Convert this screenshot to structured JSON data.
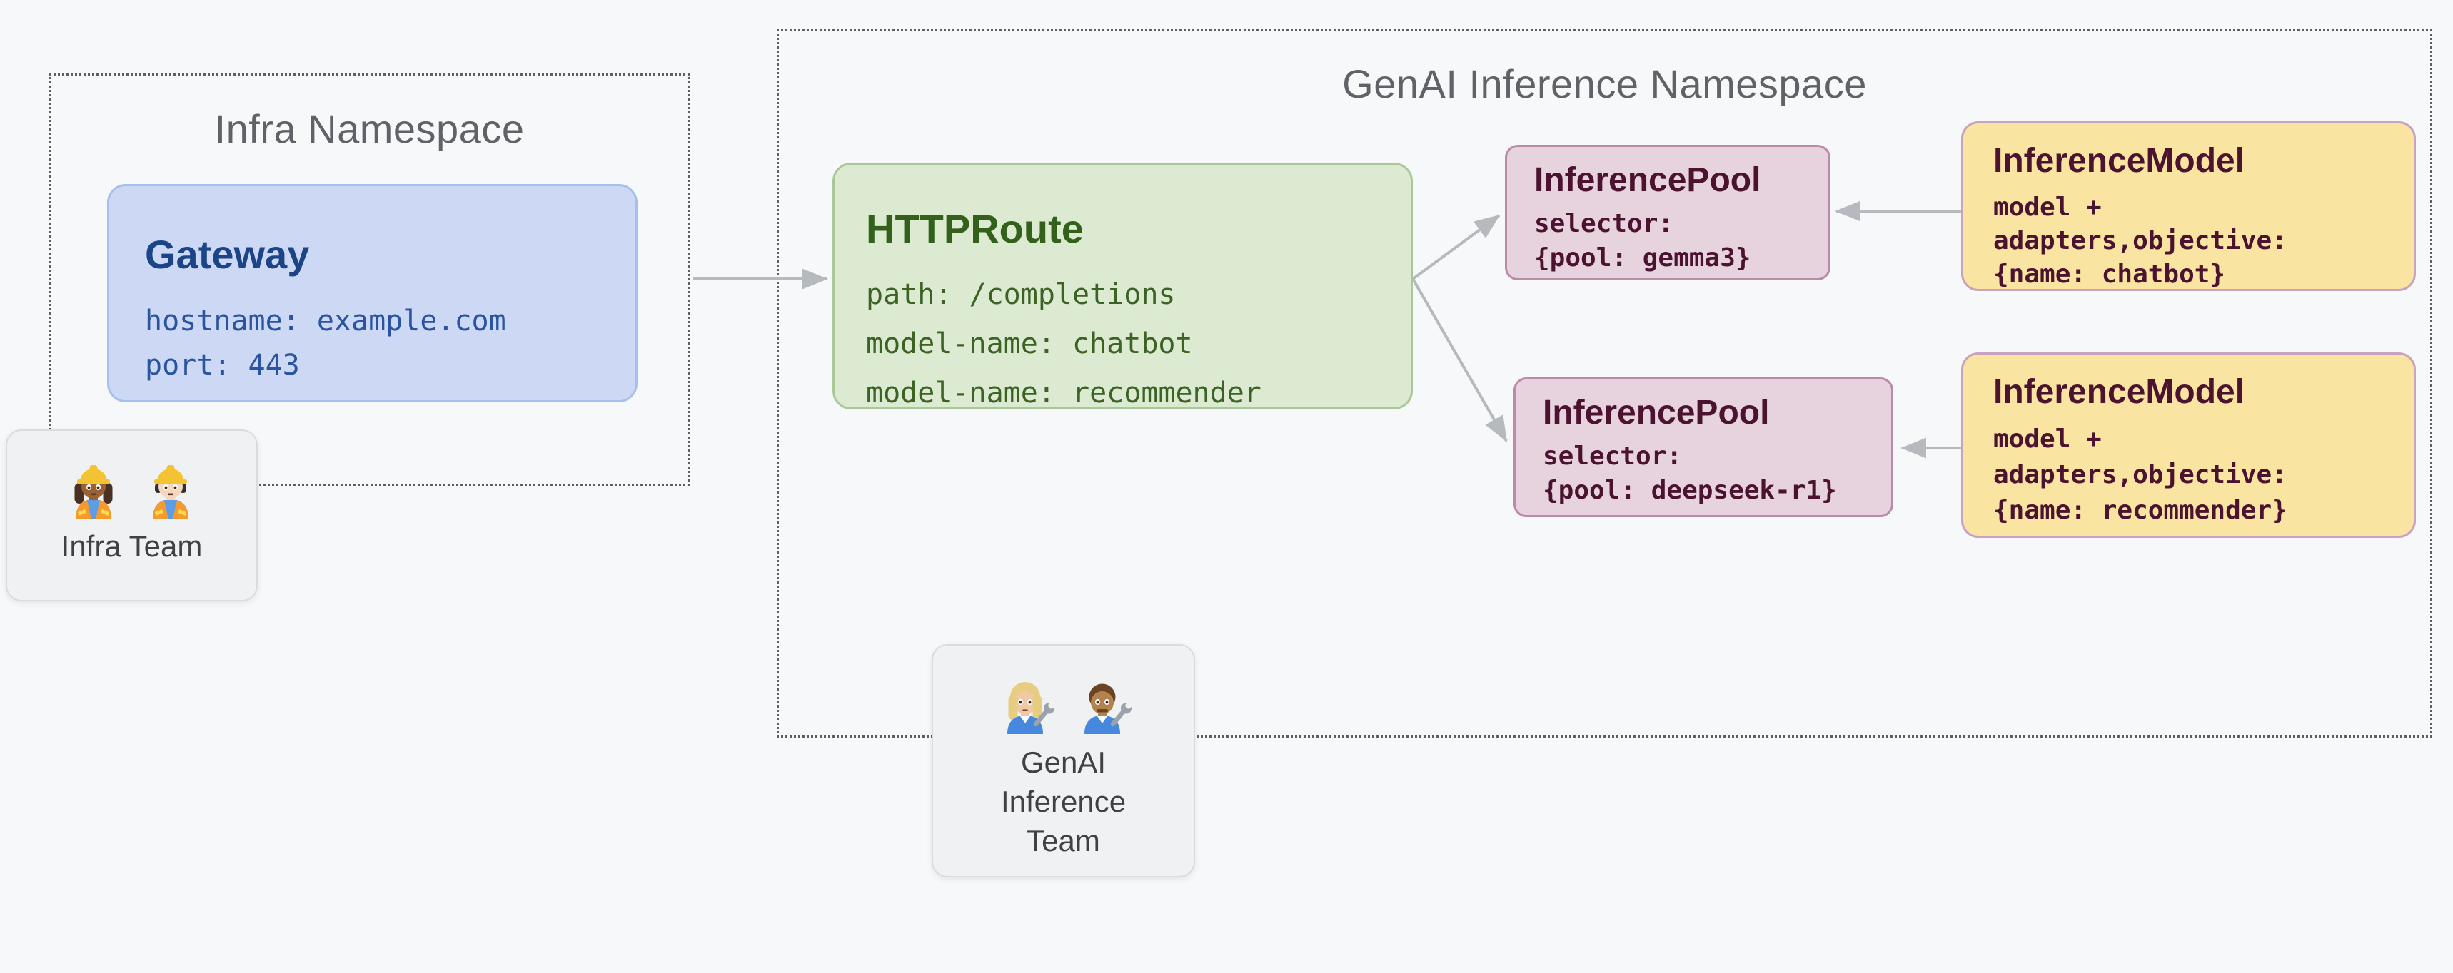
{
  "palette": {
    "background": "#f7f8f9",
    "namespace_border": "#5c5f63",
    "namespace_title_text": "#5f6368",
    "gateway_fill": "#cdd9f4",
    "gateway_border": "#a6bfec",
    "gateway_text": "#1c4587",
    "httproute_fill": "#dcead2",
    "httproute_border": "#a9c898",
    "httproute_text": "#33611c",
    "inference_pool_fill": "#e7d3de",
    "inference_pool_border": "#bb8aa6",
    "inference_pool_text": "#4b132f",
    "inference_model_fill": "#fae4a1",
    "inference_model_border": "#c9a2bf",
    "inference_model_text": "#4b132f",
    "team_fill": "#f0f1f3",
    "team_border": "#d8dbdf",
    "team_text": "#3f4245",
    "arrow": "#b6b9bd"
  },
  "infra_namespace": {
    "title": "Infra Namespace",
    "gateway": {
      "title": "Gateway",
      "lines": [
        "hostname: example.com",
        "port: 443"
      ]
    },
    "team": {
      "label": "Infra Team",
      "members": [
        {
          "icon": "woman-construction-worker-emoji",
          "emoji": "👷🏾‍♀️",
          "role": "construction-worker",
          "gender": "woman",
          "skin": "#9a6234",
          "hair": "#4a2f23"
        },
        {
          "icon": "man-construction-worker-emoji",
          "emoji": "👷🏻‍♂️",
          "role": "construction-worker",
          "gender": "man",
          "skin": "#f6d7bd",
          "hair": "#30302e"
        }
      ]
    }
  },
  "genai_namespace": {
    "title": "GenAI Inference Namespace",
    "httproute": {
      "title": "HTTPRoute",
      "lines": [
        "path: /completions",
        "model-name: chatbot",
        "model-name: recommender"
      ]
    },
    "inference_pools": [
      {
        "title": "InferencePool",
        "lines": [
          "selector:",
          "{pool: gemma3}"
        ]
      },
      {
        "title": "InferencePool",
        "lines": [
          "selector:",
          "{pool: deepseek-r1}"
        ]
      }
    ],
    "inference_models": [
      {
        "title": "InferenceModel",
        "lines": [
          "model +",
          "adapters,objective:",
          "{name: chatbot}"
        ]
      },
      {
        "title": "InferenceModel",
        "lines": [
          "model +",
          "adapters,objective:",
          "{name: recommender}"
        ]
      }
    ],
    "team": {
      "label": "GenAI Inference Team",
      "members": [
        {
          "icon": "woman-mechanic-emoji",
          "emoji": "👩🏼‍🔧",
          "role": "mechanic",
          "gender": "woman",
          "skin": "#f1c8a5",
          "hair": "#e7cd82"
        },
        {
          "icon": "man-mechanic-emoji",
          "emoji": "👨🏽‍🔧",
          "role": "mechanic",
          "gender": "man",
          "skin": "#b3824f",
          "hair": "#6b4423"
        }
      ]
    }
  }
}
